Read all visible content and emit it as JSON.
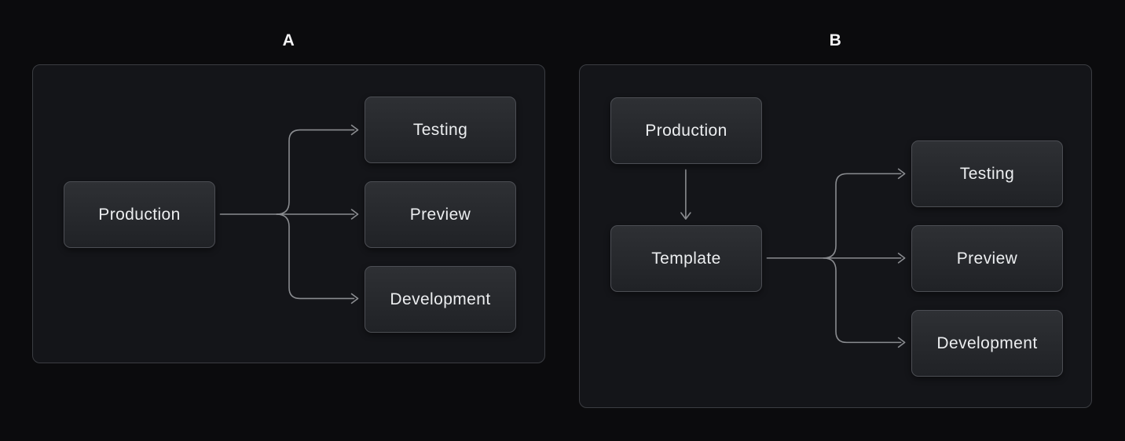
{
  "colors": {
    "page_bg": "#0b0b0d",
    "panel_bg": "#141519",
    "panel_border": "#3b3d42",
    "node_fill_top": "#2e3034",
    "node_fill_bottom": "#202226",
    "node_border": "#4c4e54",
    "node_text": "#eceef0",
    "arrow": "#8a8c90",
    "label_text": "#f4f4f5"
  },
  "diagrams": [
    {
      "label": "A",
      "nodes": {
        "production": "Production",
        "testing": "Testing",
        "preview": "Preview",
        "development": "Development"
      },
      "edges": [
        {
          "from": "Production",
          "to": "Testing"
        },
        {
          "from": "Production",
          "to": "Preview"
        },
        {
          "from": "Production",
          "to": "Development"
        }
      ]
    },
    {
      "label": "B",
      "nodes": {
        "production": "Production",
        "template": "Template",
        "testing": "Testing",
        "preview": "Preview",
        "development": "Development"
      },
      "edges": [
        {
          "from": "Production",
          "to": "Template"
        },
        {
          "from": "Template",
          "to": "Testing"
        },
        {
          "from": "Template",
          "to": "Preview"
        },
        {
          "from": "Template",
          "to": "Development"
        }
      ]
    }
  ]
}
